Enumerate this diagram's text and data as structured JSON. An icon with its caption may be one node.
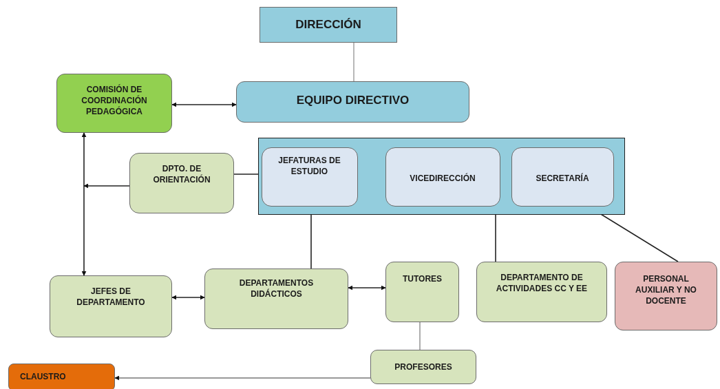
{
  "diagram": {
    "nodes": [
      {
        "text": [
          "DIRECCIÓN"
        ]
      },
      {
        "text": [
          "COMISIÓN DE COORDINACIÓN PEDAGÓGICA"
        ]
      },
      {
        "text": [
          "EQUIPO DIRECTIVO"
        ]
      },
      {
        "text": [],
        "shape": "box"
      },
      {
        "text": [
          "JEFATURAS DE ESTUDIO"
        ],
        "in": 3
      },
      {
        "text": [
          "VICEDIRECCIÓN"
        ],
        "in": 3
      },
      {
        "text": [
          "SECRETARÍA"
        ],
        "in": 3
      },
      {
        "text": [
          "DPTO. DE ORIENTACIÓN"
        ]
      },
      {
        "text": [
          "JEFES DE DEPARTAMENTO"
        ]
      },
      {
        "text": [
          "DEPARTAMENTOS DIDÁCTICOS"
        ]
      },
      {
        "text": [
          "TUTORES"
        ]
      },
      {
        "text": [
          "DEPARTAMENTO DE ACTIVIDADES CC Y EE"
        ]
      },
      {
        "text": [
          "PERSONAL AUXILIAR Y NO DOCENTE"
        ]
      },
      {
        "text": [
          "PROFESORES"
        ]
      },
      {
        "text": [
          "CLAUSTRO"
        ]
      }
    ],
    "edges": [
      {
        "from": 0,
        "to": 2,
        "arrow": "none",
        "color": "#a6a6a6"
      },
      {
        "from": 1,
        "to": 2,
        "arrow": "both"
      },
      {
        "from": 1,
        "to": 8,
        "arrow": "both"
      },
      {
        "from": 7,
        "to": null,
        "arrow": "to"
      },
      {
        "from": 7,
        "to": 4,
        "arrow": "none"
      },
      {
        "from": 4,
        "to": 9,
        "arrow": "none"
      },
      {
        "from": 5,
        "to": 11,
        "arrow": "none"
      },
      {
        "from": 6,
        "to": 12,
        "arrow": "none"
      },
      {
        "from": 8,
        "to": 9,
        "arrow": "both"
      },
      {
        "from": 9,
        "to": 10,
        "arrow": "both"
      },
      {
        "from": 10,
        "to": 13,
        "arrow": "none",
        "color": "#999999"
      },
      {
        "from": 13,
        "to": 14,
        "arrow": "to",
        "color": "#777777"
      }
    ]
  }
}
